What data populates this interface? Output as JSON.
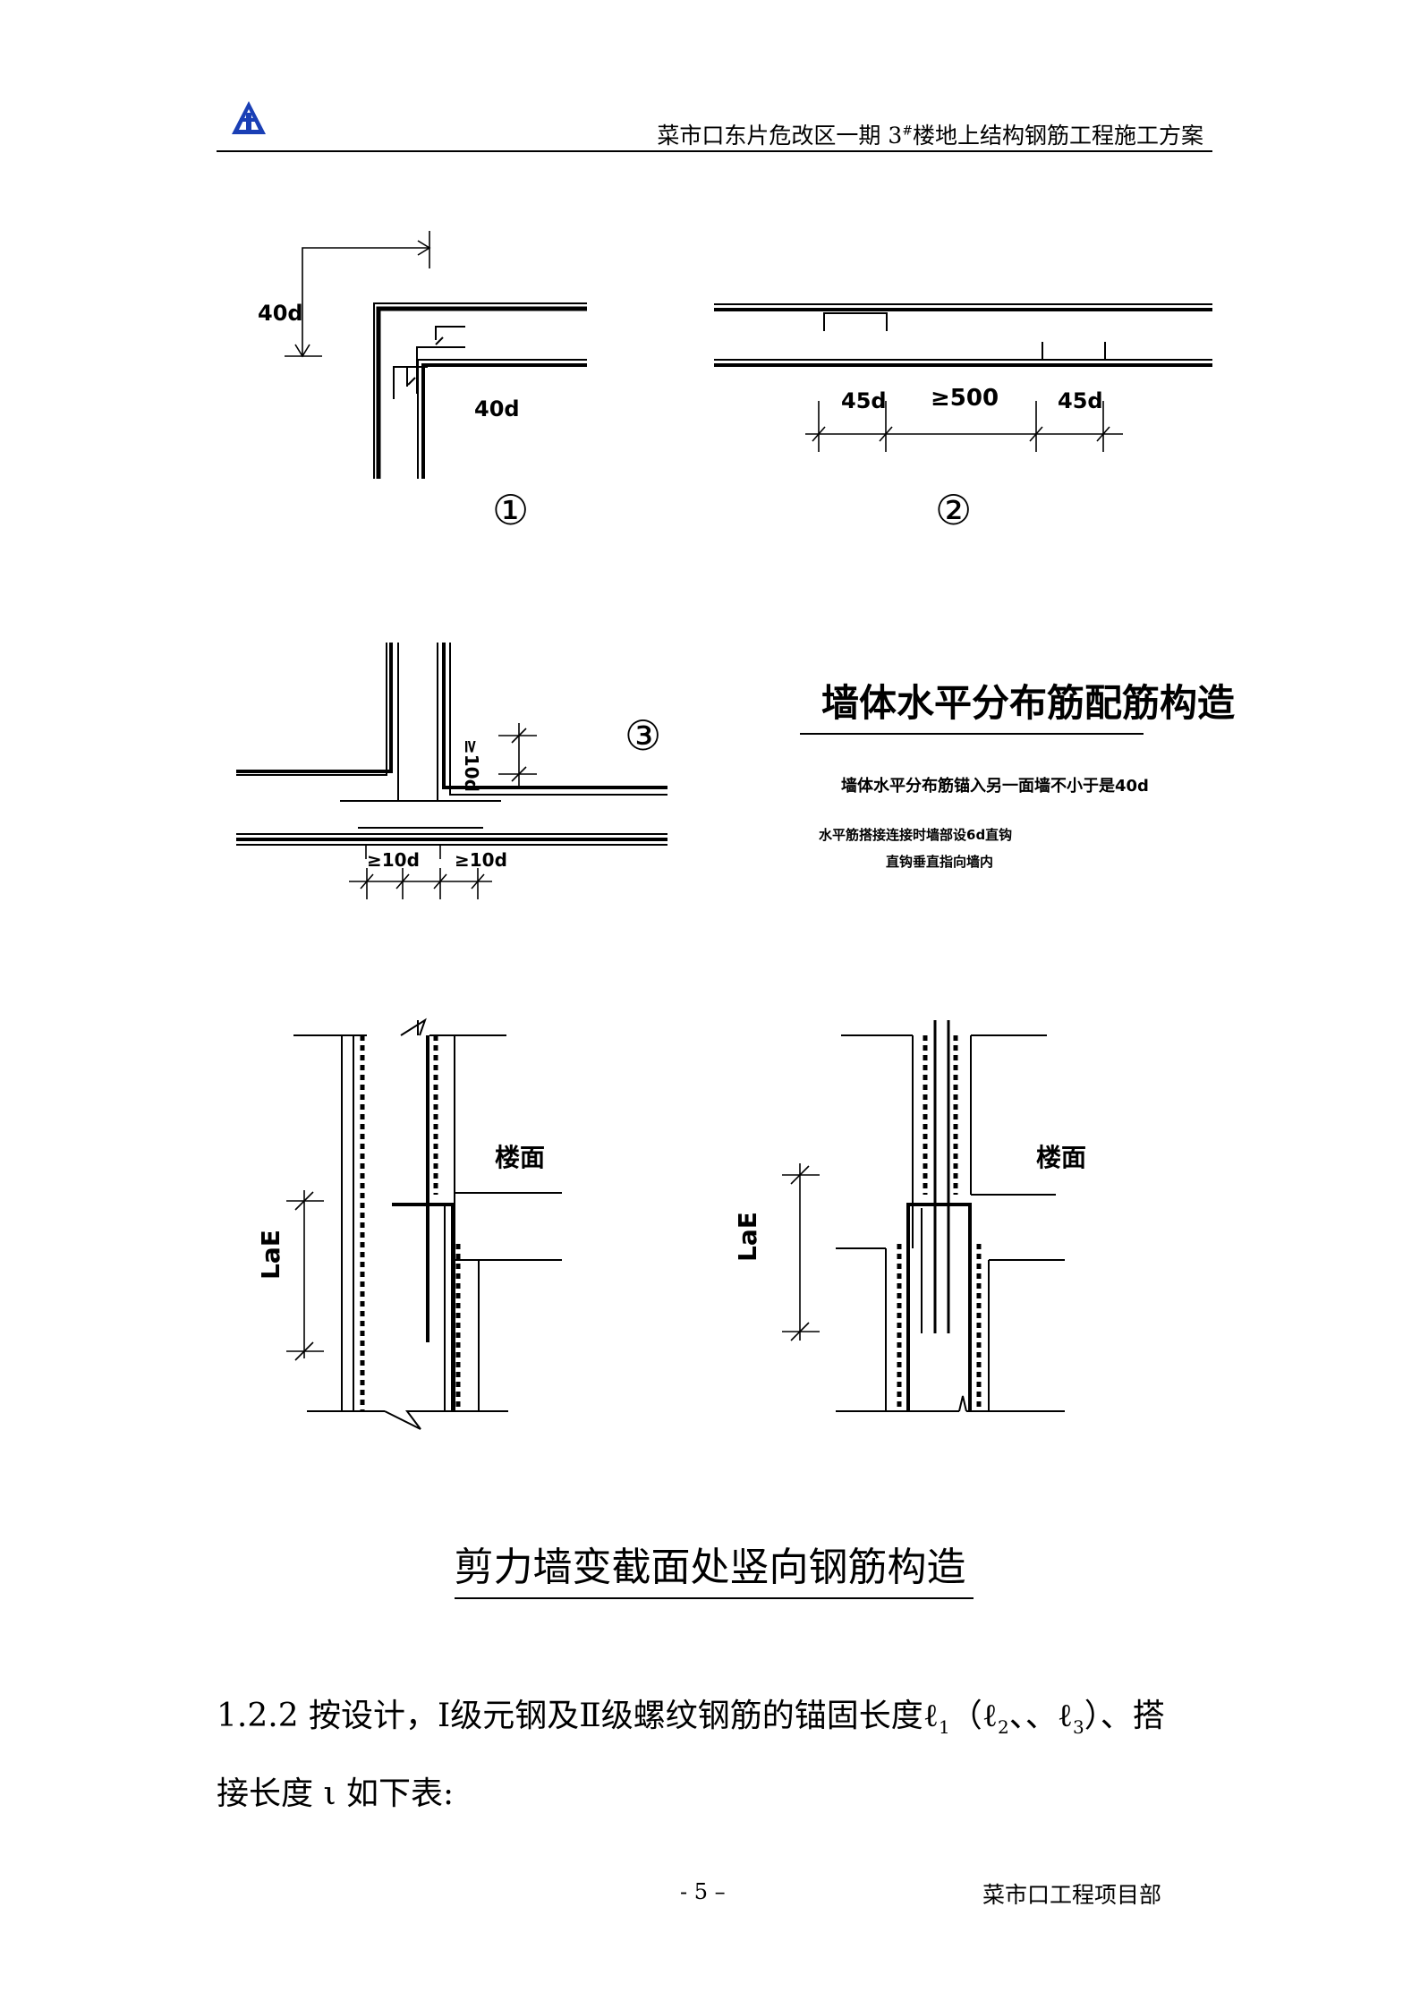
{
  "header": {
    "title_prefix": "菜市口东片危改区一期 3",
    "title_sup": "#",
    "title_suffix": "楼地上结构钢筋工程施工方案"
  },
  "figure1": {
    "dim_top": "40d",
    "dim_right": "40d",
    "marker": "①"
  },
  "figure2": {
    "dim_left": "45d",
    "dim_mid": "≥500",
    "dim_right": "45d",
    "marker": "②"
  },
  "figure3": {
    "dim_vertical": "≥10d",
    "dim_bottom_left": "≥10d",
    "dim_bottom_right": "≥10d",
    "marker": "③"
  },
  "notes": {
    "title": "墙体水平分布筋配筋构造",
    "line1": "墙体水平分布筋锚入另一面墙不小于是40d",
    "line2": "水平筋搭接连接时墙部设6d直钩",
    "line3": "直钩垂直指向墙内"
  },
  "section_left": {
    "floor_label": "楼面",
    "dim_label": "LaE"
  },
  "section_right": {
    "floor_label": "楼面",
    "dim_label": "LaE"
  },
  "caption": "剪力墙变截面处竖向钢筋构造",
  "paragraph": {
    "line1_a": "1.2.2 按设计，Ⅰ级元钢及Ⅱ级螺纹钢筋的锚固长度ℓ",
    "line1_sub1": "1",
    "line1_b": "（ℓ",
    "line1_sub2": "2",
    "line1_c": "、、ℓ",
    "line1_sub3": "3",
    "line1_d": "）、搭",
    "line2": "接长度 ι 如下表:"
  },
  "footer": {
    "page": "- 5 –",
    "org": "菜市口工程项目部"
  }
}
